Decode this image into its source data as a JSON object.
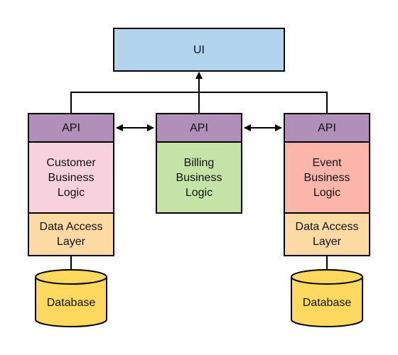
{
  "diagram": {
    "ui": {
      "label": "UI",
      "fill": "#b3d4ef"
    },
    "api_fill": "#b08fb8",
    "services": [
      {
        "api_label": "API",
        "logic_label": "Customer\nBusiness\nLogic",
        "logic_fill": "#f8d1de",
        "dal_label": "Data Access\nLayer",
        "dal_fill": "#fdd9a4",
        "db_label": "Database"
      },
      {
        "api_label": "API",
        "logic_label": "Billing\nBusiness\nLogic",
        "logic_fill": "#c6e3a7"
      },
      {
        "api_label": "API",
        "logic_label": "Event\nBusiness\nLogic",
        "logic_fill": "#fbb5aa",
        "dal_label": "Data Access\nLayer",
        "dal_fill": "#fdd9a4",
        "db_label": "Database"
      }
    ],
    "db_fill": "#fed85f",
    "stroke": "#000000"
  }
}
